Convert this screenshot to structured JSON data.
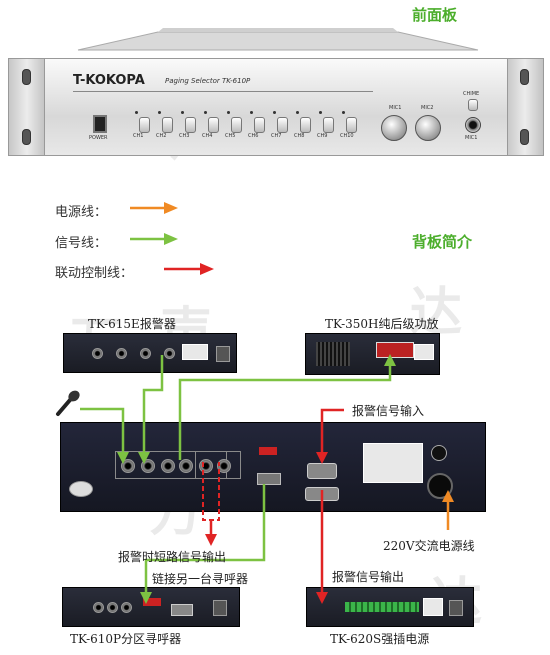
{
  "front": {
    "title": "前面板",
    "brand": "T-KOKOPA",
    "model": "Paging Selector TK-610P",
    "power_label": "POWER",
    "channels": [
      "CH1",
      "CH2",
      "CH3",
      "CH4",
      "CH5",
      "CH6",
      "CH7",
      "CH8",
      "CH9",
      "CH10"
    ],
    "mic1_label": "MIC1",
    "mic2_label": "MIC2",
    "chime_label": "CHIME",
    "mic_jack_label": "MIC1"
  },
  "legend": {
    "power_line": "电源线：",
    "signal_line": "信号线：",
    "link_line": "联动控制线："
  },
  "colors": {
    "power": "#f08a24",
    "signal": "#7dc242",
    "link": "#e02424",
    "title_green": "#4cae2c"
  },
  "back": {
    "title": "背板简介",
    "dev_615e": "TK-615E报警器",
    "dev_350h": "TK-350H纯后级功放",
    "alarm_in": "报警信号输入",
    "short_out": "报警时短路信号输出",
    "chain": "链接另一台寻呼器",
    "ac_power": "220V交流电源线",
    "alarm_out": "报警信号输出",
    "dev_610p": "TK-610P分区寻呼器",
    "dev_620s": "TK-620S强插电源"
  },
  "watermark": {
    "text": "万声达",
    "mark": "®"
  }
}
